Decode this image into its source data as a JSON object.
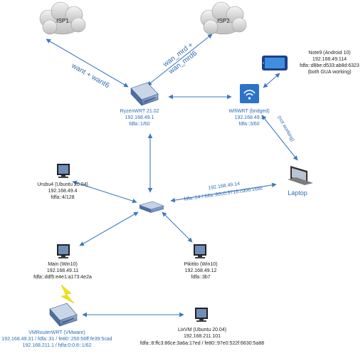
{
  "isp1": {
    "label": "ISP1"
  },
  "isp2": {
    "label": "ISP2"
  },
  "wan_left": "want + want6",
  "wan_right_1": "wan_mrd +",
  "wan_right_2": "wan_mrd6",
  "ryzen": {
    "l1": "RyzenWRT 21.02",
    "l2": "192.168.49.1",
    "l3": "fdfa::1/60"
  },
  "wifi": {
    "l1": "WifiWRT (bridged)",
    "l2": "192.168.49.3",
    "l3": "fdfa::3/60"
  },
  "not_working": "(not working)",
  "note9": {
    "l1": "Note9 (Android 10)",
    "l2": "192.168.49.114",
    "l3": "fdfa::d8be:d533:ab8d:6323",
    "l4": "(both GUA working)"
  },
  "laptop": {
    "name": "Laptop",
    "l1": "192.168.49.14",
    "l2": "fdfa::14 / fdfa::80c0:5718:cd06:16bc"
  },
  "urubu": {
    "l1": "Urubu4 (Ubuntu 20.04)",
    "l2": "192.168.49.4",
    "l3": "fdfa::4/128"
  },
  "main": {
    "l1": "Main (Win10)",
    "l2": "192.168.49.11",
    "l3": "fdfa::ddf5:e4e1:a173:4e2a"
  },
  "pikitito": {
    "l1": "Pikitito (Win10)",
    "l2": "192.168.49.12",
    "l3": "fdfa::3b7"
  },
  "vmrouter": {
    "l1": "VMRouterWRT (VMware)",
    "l2": "192.168.49.31 / fdfa::31 / fe80::250:56ff:fe39:5cad",
    "l3": "192.168.211.1 / fdfa:0:0:8::1/62"
  },
  "lixvm": {
    "l1": "LixVM  (Ubuntu 20.04)",
    "l2": "192.168.211.101",
    "l3": "fdfa::8:ffc3:86ce:3a6a:17ed / fe80::97e0:522f:6630:5a88"
  }
}
